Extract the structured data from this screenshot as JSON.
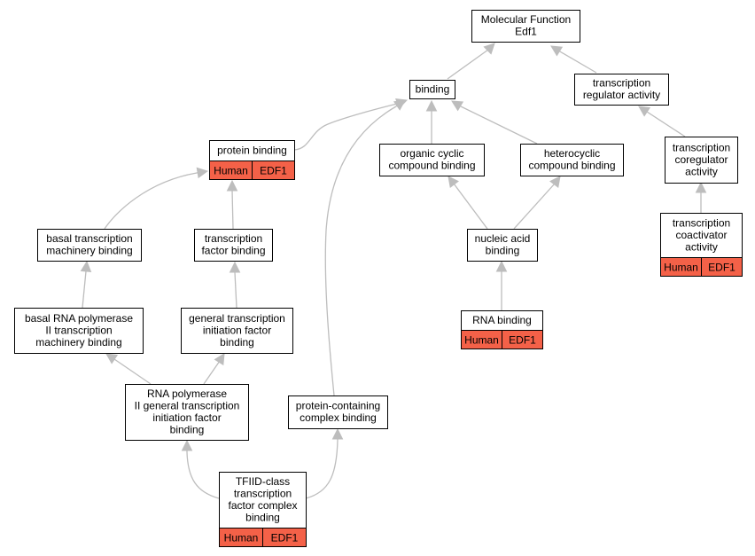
{
  "graph": {
    "colors": {
      "edge": "#bdbdbd",
      "annotation": "#f46148",
      "node_border": "#000000",
      "background": "#ffffff"
    },
    "nodes": [
      {
        "id": "mf",
        "lines": [
          "Molecular Function",
          "Edf1"
        ]
      },
      {
        "id": "binding",
        "lines": [
          "binding"
        ]
      },
      {
        "id": "trac",
        "lines": [
          "transcription",
          "regulator activity"
        ]
      },
      {
        "id": "prot",
        "lines": [
          "protein binding"
        ],
        "annotation": [
          "Human",
          "EDF1"
        ]
      },
      {
        "id": "occb",
        "lines": [
          "organic cyclic",
          "compound binding"
        ]
      },
      {
        "id": "hcb",
        "lines": [
          "heterocyclic",
          "compound binding"
        ]
      },
      {
        "id": "tcoreg",
        "lines": [
          "transcription",
          "coregulator",
          "activity"
        ]
      },
      {
        "id": "btmb",
        "lines": [
          "basal transcription",
          "machinery binding"
        ]
      },
      {
        "id": "tfb",
        "lines": [
          "transcription",
          "factor binding"
        ]
      },
      {
        "id": "nab",
        "lines": [
          "nucleic acid",
          "binding"
        ]
      },
      {
        "id": "tcoact",
        "lines": [
          "transcription",
          "coactivator",
          "activity"
        ],
        "annotation": [
          "Human",
          "EDF1"
        ]
      },
      {
        "id": "brnap",
        "lines": [
          "basal RNA polymerase",
          "II transcription",
          "machinery binding"
        ]
      },
      {
        "id": "gtifb",
        "lines": [
          "general transcription",
          "initiation factor",
          "binding"
        ]
      },
      {
        "id": "rnab",
        "lines": [
          "RNA binding"
        ],
        "annotation": [
          "Human",
          "EDF1"
        ]
      },
      {
        "id": "rnapii",
        "lines": [
          "RNA polymerase",
          "II general transcription",
          "initiation factor",
          "binding"
        ]
      },
      {
        "id": "pccb",
        "lines": [
          "protein-containing",
          "complex binding"
        ]
      },
      {
        "id": "tfiid",
        "lines": [
          "TFIID-class",
          "transcription",
          "factor complex",
          "binding"
        ],
        "annotation": [
          "Human",
          "EDF1"
        ]
      }
    ],
    "edges": [
      [
        "binding",
        "mf"
      ],
      [
        "trac",
        "mf"
      ],
      [
        "prot",
        "binding"
      ],
      [
        "occb",
        "binding"
      ],
      [
        "hcb",
        "binding"
      ],
      [
        "pccb",
        "binding"
      ],
      [
        "tcoreg",
        "trac"
      ],
      [
        "tcoact",
        "tcoreg"
      ],
      [
        "btmb",
        "prot"
      ],
      [
        "tfb",
        "prot"
      ],
      [
        "nab",
        "occb"
      ],
      [
        "nab",
        "hcb"
      ],
      [
        "rnab",
        "nab"
      ],
      [
        "brnap",
        "btmb"
      ],
      [
        "gtifb",
        "tfb"
      ],
      [
        "rnapii",
        "brnap"
      ],
      [
        "rnapii",
        "gtifb"
      ],
      [
        "tfiid",
        "rnapii"
      ],
      [
        "tfiid",
        "pccb"
      ]
    ]
  }
}
